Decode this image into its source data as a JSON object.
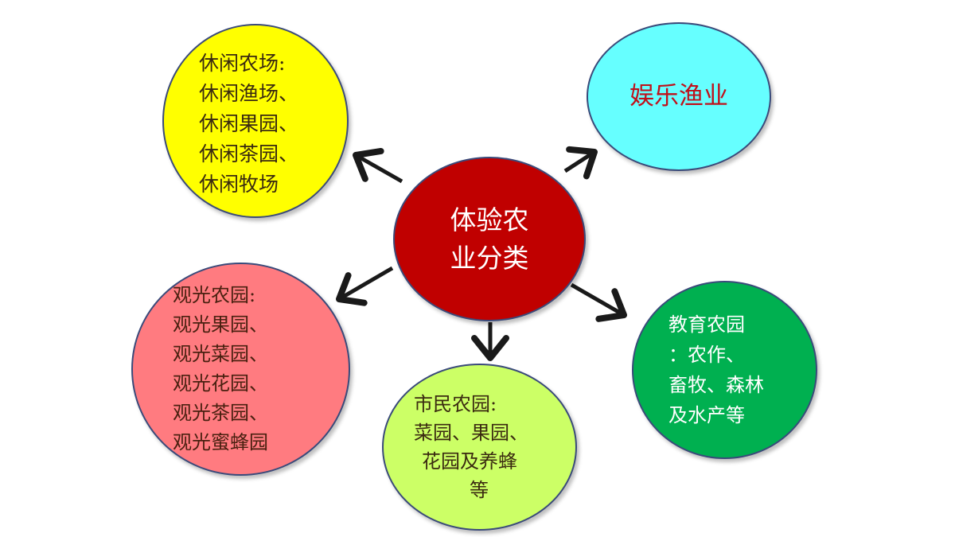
{
  "center": {
    "lines": [
      "体验农",
      "业分类"
    ],
    "color": "#c00000"
  },
  "nodes": {
    "leisure_farm": {
      "lines": [
        "休闲农场:",
        "休闲渔场、",
        "休闲果园、",
        "休闲茶园、",
        "休闲牧场"
      ],
      "color": "#ffff00"
    },
    "recreational_fishery": {
      "lines": [
        "娱乐渔业"
      ],
      "color": "#66ffff",
      "text_color": "#c0101a"
    },
    "sightseeing_garden": {
      "lines": [
        "观光农园:",
        "观光果园、",
        "观光菜园、",
        "观光花园、",
        "观光茶园、",
        "观光蜜蜂园"
      ],
      "color": "#ff7b80"
    },
    "citizen_garden": {
      "lines": [
        "市民农园:",
        "菜园、果园、",
        "花园及养蜂",
        "等"
      ],
      "color": "#ccff66"
    },
    "education_garden": {
      "lines": [
        "教育农园",
        "：农作、",
        "畜牧、森林",
        "及水产等"
      ],
      "color": "#00b050"
    }
  }
}
